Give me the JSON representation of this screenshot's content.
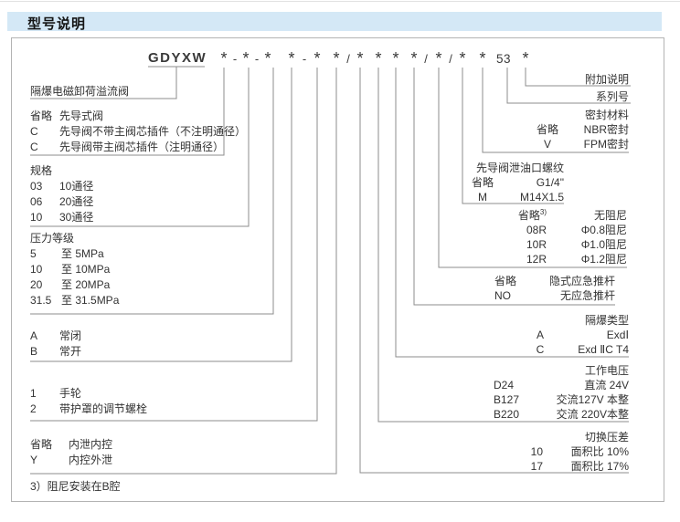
{
  "title": "型号说明",
  "model_code": {
    "prefix": "GDYXW",
    "series": "53",
    "tokens": [
      "*",
      "-",
      "*",
      "-",
      "*",
      "*",
      "-",
      "*",
      "*",
      "/",
      "*",
      "*",
      "*",
      "*",
      "/",
      "*",
      "/",
      "*",
      "*",
      "53",
      "*"
    ]
  },
  "left_groups": [
    {
      "header": "隔爆电磁卸荷溢流阀",
      "rows": []
    },
    {
      "rows": [
        {
          "code": "省略",
          "desc": "先导式阀"
        },
        {
          "code": "C",
          "desc": "先导阀不带主阀芯插件（不注明通径）"
        },
        {
          "code": "C",
          "desc": "先导阀带主阀芯插件（注明通径）"
        }
      ]
    },
    {
      "header": "规格",
      "rows": [
        {
          "code": "03",
          "desc": "10通径"
        },
        {
          "code": "06",
          "desc": "20通径"
        },
        {
          "code": "10",
          "desc": "30通径"
        }
      ]
    },
    {
      "header": "压力等级",
      "rows": [
        {
          "code": "5",
          "desc": "至  5MPa"
        },
        {
          "code": "10",
          "desc": "至 10MPa"
        },
        {
          "code": "20",
          "desc": "至 20MPa"
        },
        {
          "code": "31.5",
          "desc": "至 31.5MPa"
        }
      ]
    },
    {
      "rows": [
        {
          "code": "A",
          "desc": "常闭"
        },
        {
          "code": "B",
          "desc": "常开"
        }
      ]
    },
    {
      "rows": [
        {
          "code": "1",
          "desc": "手轮"
        },
        {
          "code": "2",
          "desc": "带护罩的调节螺栓"
        }
      ]
    },
    {
      "rows": [
        {
          "code": "省略",
          "desc": "内泄内控"
        },
        {
          "code": "Y",
          "desc": "内控外泄"
        }
      ]
    }
  ],
  "right_groups": [
    {
      "header": "附加说明",
      "rows": []
    },
    {
      "header": "系列号",
      "rows": []
    },
    {
      "header": "密封材料",
      "rows": [
        {
          "code": "省略",
          "desc": "NBR密封"
        },
        {
          "code": "V",
          "desc": "FPM密封"
        }
      ]
    },
    {
      "header": "先导阀泄油口螺纹",
      "rows": [
        {
          "code": "省略",
          "desc": "G1/4\""
        },
        {
          "code": "M",
          "desc": "M14X1.5"
        }
      ]
    },
    {
      "rows": [
        {
          "code": "省略",
          "sup": "3)",
          "desc": "无阻尼"
        },
        {
          "code": "08R",
          "desc": "Φ0.8阻尼"
        },
        {
          "code": "10R",
          "desc": "Φ1.0阻尼"
        },
        {
          "code": "12R",
          "desc": "Φ1.2阻尼"
        }
      ]
    },
    {
      "rows": [
        {
          "code": "省略",
          "desc": "隐式应急推杆"
        },
        {
          "code": "NO",
          "desc": "无应急推杆"
        }
      ]
    },
    {
      "header": "隔爆类型",
      "rows": [
        {
          "code": "A",
          "desc": "ExdⅠ"
        },
        {
          "code": "C",
          "desc": "Exd ⅡC T4"
        }
      ]
    },
    {
      "header": "工作电压",
      "rows": [
        {
          "code": "D24",
          "desc": "直流 24V"
        },
        {
          "code": "B127",
          "desc": "交流127V 本整"
        },
        {
          "code": "B220",
          "desc": "交流 220V本整"
        }
      ]
    },
    {
      "header": "切换压差",
      "rows": [
        {
          "code": "10",
          "desc": "面积比  10%"
        },
        {
          "code": "17",
          "desc": "面积比  17%"
        }
      ]
    }
  ],
  "footnote": "3）阻尼安装在B腔",
  "colors": {
    "title_bar_bg": "#d4e8f6",
    "line": "#8c8c8c",
    "text": "#333333",
    "box_border": "#b3b3b3"
  }
}
